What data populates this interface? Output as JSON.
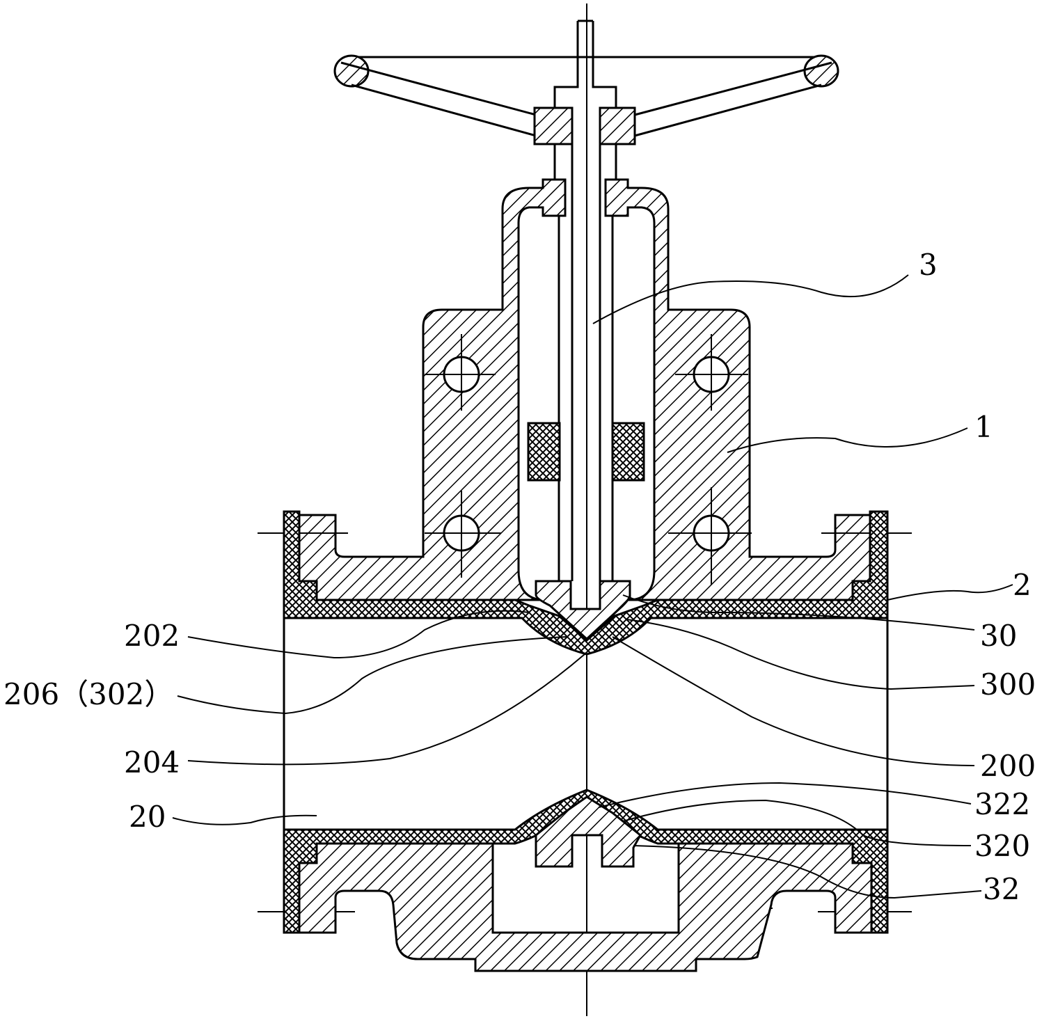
{
  "labels": {
    "l3": "3",
    "l1": "1",
    "l2": "2",
    "l30": "30",
    "l300": "300",
    "l200": "200",
    "l322": "322",
    "l320": "320",
    "l32": "32",
    "l202": "202",
    "l206": "206（302）",
    "l204": "204",
    "l20": "20"
  }
}
